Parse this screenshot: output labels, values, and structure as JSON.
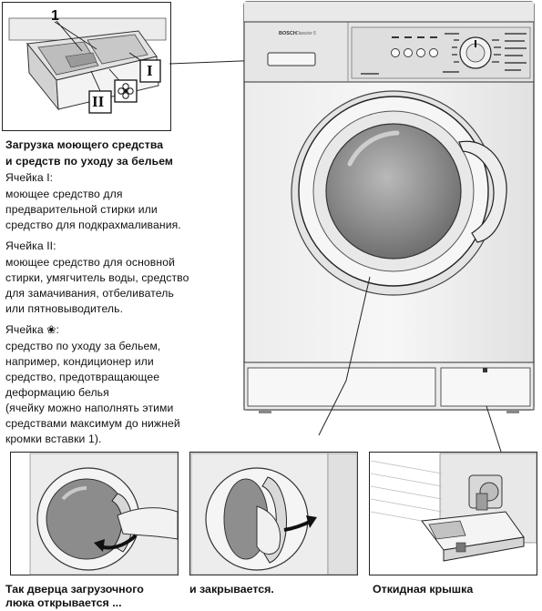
{
  "inset_drawer": {
    "label_1": "1",
    "label_I": "I",
    "label_II": "II"
  },
  "machine": {
    "brand": "BOSCH",
    "model": "Classixx 5"
  },
  "section": {
    "heading_line1": "Загрузка моющего средства",
    "heading_line2": "и средств по уходу за бельем"
  },
  "cells": [
    {
      "title": "Ячейка I:",
      "lines": [
        "моющее средство для",
        "предварительной стирки или",
        "средство для подкрахмаливания."
      ]
    },
    {
      "title": "Ячейка II:",
      "lines": [
        "моющее средство для основной",
        "стирки, умягчитель воды, средство",
        "для замачивания, отбеливатель",
        "или пятновыводитель."
      ]
    },
    {
      "title": "Ячейка ❀:",
      "lines": [
        "средство по уходу за бельем,",
        "например, кондиционер или",
        "средство, предотвращающее",
        "деформацию белья",
        "(ячейку можно наполнять этими",
        "средствами максимум до нижней",
        "кромки вставки 1)."
      ]
    }
  ],
  "captions": {
    "door_open_line1": "Так дверца загрузочного",
    "door_open_line2": "люка открывается ...",
    "door_close": "и закрывается.",
    "flap": "Откидная крышка"
  },
  "icons": [
    "flower-icon",
    "arrow-curved-icon"
  ]
}
